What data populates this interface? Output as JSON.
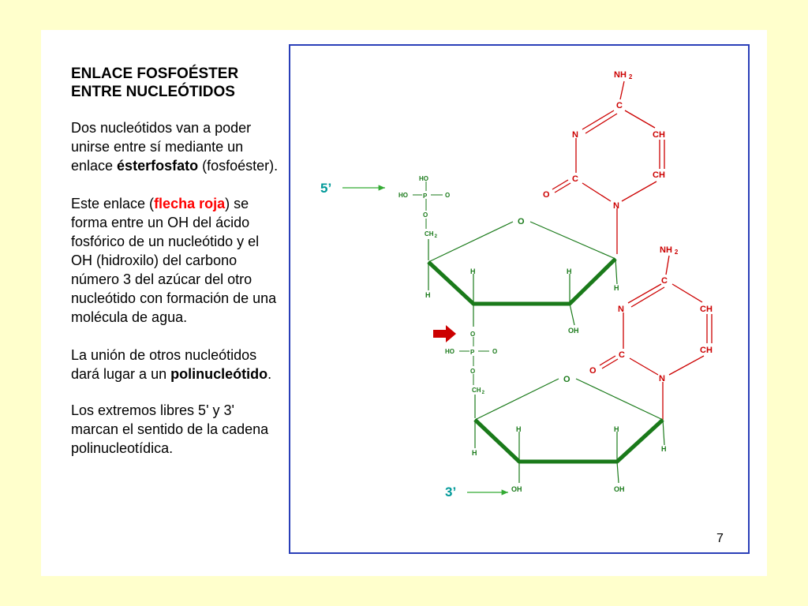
{
  "text": {
    "title_line1": "ENLACE FOSFOÉSTER",
    "title_line2": "ENTRE NUCLEÓTIDOS",
    "p1_a": " Dos nucleótidos van a poder unirse entre sí mediante un enlace ",
    "p1_bold": "ésterfosfato",
    "p1_b": " (fosfoéster).",
    "p2_a": "Este enlace (",
    "p2_red": "flecha roja",
    "p2_b": ") se forma entre un OH del ácido fosfórico de un nucleótido y el OH (hidroxilo) del carbono número 3 del azúcar del otro nucleótido con formación de una molécula de agua.",
    "p3_a": "La unión de otros nucleótidos dará lugar a un ",
    "p3_bold": "polinucleótido",
    "p3_b": ".",
    "p4": " Los extremos libres 5' y 3' marcan el sentido de la cadena polinucleotídica."
  },
  "diagram": {
    "end_5": "5’",
    "end_3": "3’",
    "nh2": "NH",
    "sub2": "2",
    "c": "C",
    "n": "N",
    "o": "O",
    "ch": "CH",
    "ch2": "CH",
    "h": "H",
    "oh": "OH",
    "ho": "HO",
    "p": "P",
    "dash": "—",
    "colors": {
      "base": "#cc0000",
      "sugar": "#1a7a1a",
      "ends": "#009999",
      "arrow": "#cc0000",
      "frame": "#2a3fb8"
    }
  },
  "page_number": "7"
}
